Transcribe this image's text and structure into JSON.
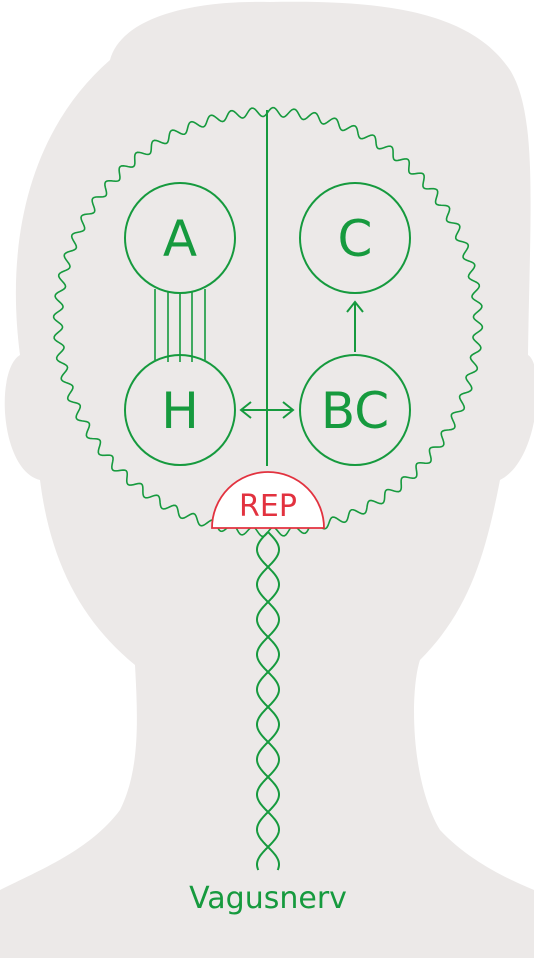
{
  "colors": {
    "silhouette": "#ece9e8",
    "green": "#169a3e",
    "red": "#e2323f"
  },
  "nodes": {
    "a": "A",
    "c": "C",
    "h": "H",
    "bc": "BC"
  },
  "rep_label": "REP",
  "nerve_label": "Vagusnerv"
}
